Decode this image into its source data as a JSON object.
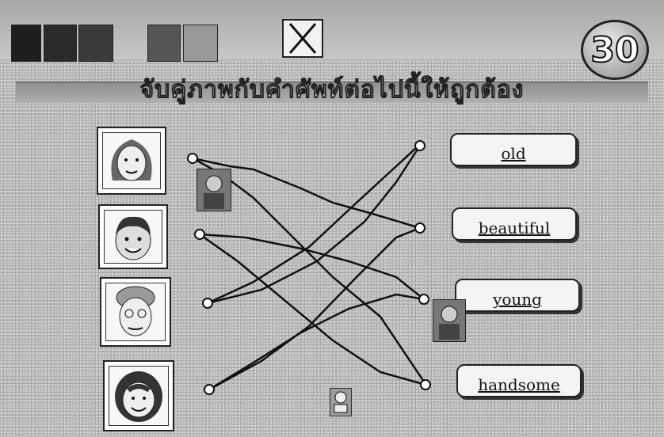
{
  "game": {
    "title": "จับคู่ภาพกับคำศัพท์ต่อไปนี้ให้ถูกต้อง",
    "level_number": "30",
    "close_icon": "close-x-icon"
  },
  "pictures": [
    {
      "name": "woman-long-hair",
      "icon": "face-woman-icon"
    },
    {
      "name": "young-boy",
      "icon": "face-boy-icon"
    },
    {
      "name": "old-woman",
      "icon": "face-old-woman-icon"
    },
    {
      "name": "smiling-girl",
      "icon": "face-girl-icon"
    }
  ],
  "words": [
    {
      "label": "old"
    },
    {
      "label": "beautiful"
    },
    {
      "label": "young"
    },
    {
      "label": "handsome"
    }
  ]
}
